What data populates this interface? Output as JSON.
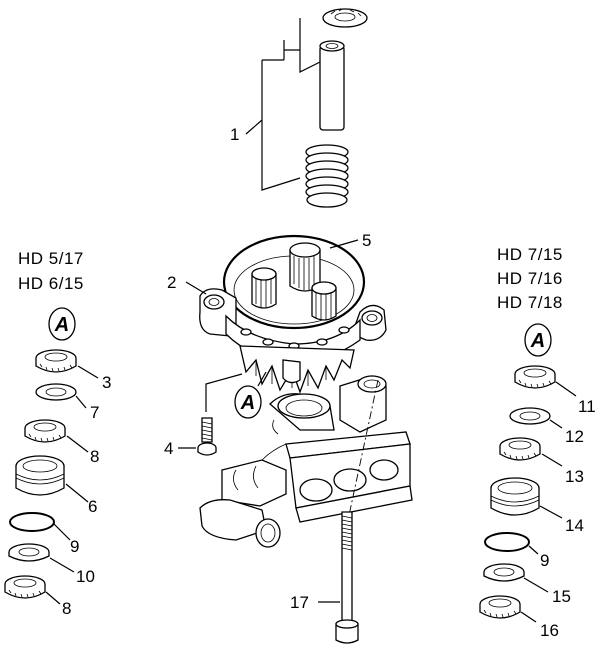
{
  "models": {
    "left": [
      "HD 5/17",
      "HD 6/15"
    ],
    "right": [
      "HD 7/15",
      "HD 7/16",
      "HD 7/18"
    ]
  },
  "badges": {
    "left": "A",
    "center": "A",
    "right": "A"
  },
  "callouts": {
    "c1": "1",
    "c2": "2",
    "c3": "3",
    "c4": "4",
    "c5": "5",
    "c6": "6",
    "c7": "7",
    "c8a": "8",
    "c8b": "8",
    "c9a": "9",
    "c9b": "9",
    "c10": "10",
    "c11": "11",
    "c12": "12",
    "c13": "13",
    "c14": "14",
    "c15": "15",
    "c16": "16",
    "c17": "17"
  }
}
